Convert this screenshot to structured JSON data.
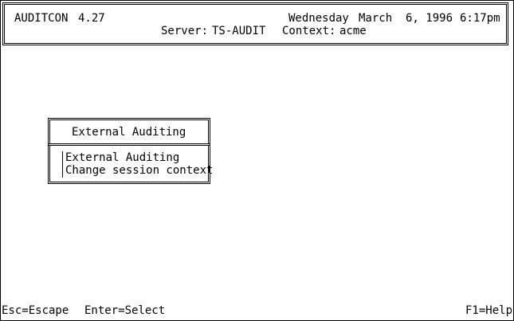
{
  "header": {
    "app_name": "AUDITCON",
    "version": "4.27",
    "weekday": "Wednesday",
    "date": "March  6, 1996",
    "time": "6:17pm",
    "server_label": "Server:",
    "server_value": "TS-AUDIT",
    "context_label": "Context:",
    "context_value": "acme"
  },
  "menu": {
    "title": "External Auditing",
    "items": [
      {
        "label": "External Auditing"
      },
      {
        "label": "Change session context"
      }
    ]
  },
  "footer": {
    "escape_label": "Esc=Escape",
    "select_label": "Enter=Select",
    "help_label": "F1=Help"
  }
}
